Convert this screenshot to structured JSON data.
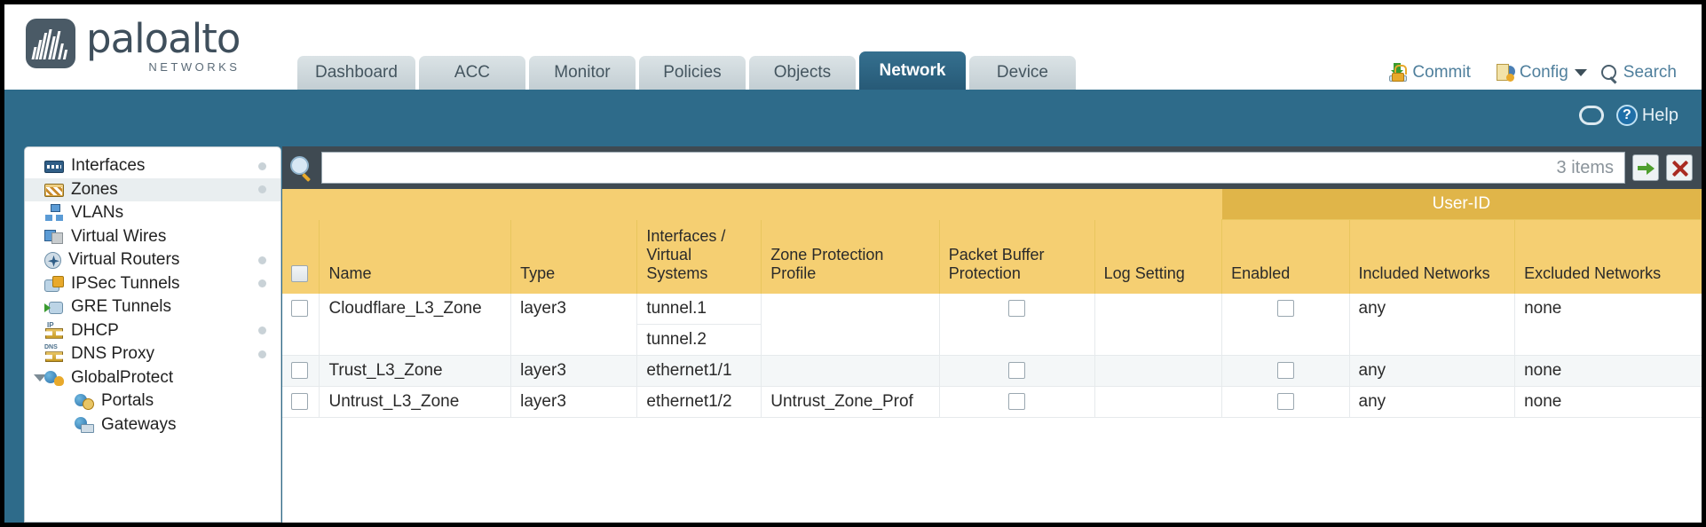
{
  "brand": {
    "name": "paloalto",
    "tagline": "NETWORKS",
    "registered": "®"
  },
  "nav": {
    "tabs": [
      {
        "label": "Dashboard",
        "active": false
      },
      {
        "label": "ACC",
        "active": false
      },
      {
        "label": "Monitor",
        "active": false
      },
      {
        "label": "Policies",
        "active": false
      },
      {
        "label": "Objects",
        "active": false
      },
      {
        "label": "Network",
        "active": true
      },
      {
        "label": "Device",
        "active": false
      }
    ]
  },
  "actions": {
    "commit": "Commit",
    "lock_icon": "lock-icon",
    "config": "Config",
    "search": "Search"
  },
  "band": {
    "refresh_icon": "refresh-icon",
    "help": "Help",
    "help_glyph": "?"
  },
  "sidebar": {
    "items": [
      {
        "label": "Interfaces",
        "icon": "interfaces-icon",
        "selected": false,
        "dot": true,
        "child": false,
        "expander": false
      },
      {
        "label": "Zones",
        "icon": "zones-icon",
        "selected": true,
        "dot": true,
        "child": false,
        "expander": false
      },
      {
        "label": "VLANs",
        "icon": "vlans-icon",
        "selected": false,
        "dot": false,
        "child": false,
        "expander": false
      },
      {
        "label": "Virtual Wires",
        "icon": "virtual-wires-icon",
        "selected": false,
        "dot": false,
        "child": false,
        "expander": false
      },
      {
        "label": "Virtual Routers",
        "icon": "virtual-routers-icon",
        "selected": false,
        "dot": true,
        "child": false,
        "expander": false
      },
      {
        "label": "IPSec Tunnels",
        "icon": "ipsec-tunnels-icon",
        "selected": false,
        "dot": true,
        "child": false,
        "expander": false
      },
      {
        "label": "GRE Tunnels",
        "icon": "gre-tunnels-icon",
        "selected": false,
        "dot": false,
        "child": false,
        "expander": false
      },
      {
        "label": "DHCP",
        "icon": "dhcp-icon",
        "selected": false,
        "dot": true,
        "child": false,
        "expander": false
      },
      {
        "label": "DNS Proxy",
        "icon": "dns-proxy-icon",
        "selected": false,
        "dot": true,
        "child": false,
        "expander": false
      },
      {
        "label": "GlobalProtect",
        "icon": "globalprotect-icon",
        "selected": false,
        "dot": false,
        "child": false,
        "expander": true
      },
      {
        "label": "Portals",
        "icon": "portals-icon",
        "selected": false,
        "dot": false,
        "child": true,
        "expander": false
      },
      {
        "label": "Gateways",
        "icon": "gateways-icon",
        "selected": false,
        "dot": false,
        "child": true,
        "expander": false
      }
    ]
  },
  "search": {
    "value": "",
    "placeholder": "",
    "item_count": "3 items",
    "apply_icon": "apply-filter-icon",
    "clear_icon": "clear-filter-icon",
    "magnifier_icon": "search-icon"
  },
  "table": {
    "group_header": {
      "label": "User-ID",
      "span": 3
    },
    "columns": [
      "Name",
      "Type",
      "Interfaces / Virtual Systems",
      "Zone Protection Profile",
      "Packet Buffer Protection",
      "Log Setting",
      "Enabled",
      "Included Networks",
      "Excluded Networks"
    ],
    "rows": [
      {
        "selected": false,
        "name": "Cloudflare_L3_Zone",
        "type": "layer3",
        "interfaces": [
          "tunnel.1",
          "tunnel.2"
        ],
        "zone_protection_profile": "",
        "packet_buffer_protection": false,
        "log_setting": "",
        "userid_enabled": false,
        "included_networks": "any",
        "excluded_networks": "none"
      },
      {
        "selected": false,
        "name": "Trust_L3_Zone",
        "type": "layer3",
        "interfaces": [
          "ethernet1/1"
        ],
        "zone_protection_profile": "",
        "packet_buffer_protection": false,
        "log_setting": "",
        "userid_enabled": false,
        "included_networks": "any",
        "excluded_networks": "none"
      },
      {
        "selected": false,
        "name": "Untrust_L3_Zone",
        "type": "layer3",
        "interfaces": [
          "ethernet1/2"
        ],
        "zone_protection_profile": "Untrust_Zone_Prof",
        "packet_buffer_protection": false,
        "log_setting": "",
        "userid_enabled": false,
        "included_networks": "any",
        "excluded_networks": "none"
      }
    ]
  },
  "colors": {
    "band_blue": "#2e6b8a",
    "tab_active": "#2c6382",
    "header_yellow": "#f5cf72",
    "group_yellow": "#e0b549",
    "link_blue": "#3c7fa8",
    "toolbar_dark": "#3f4a52"
  }
}
